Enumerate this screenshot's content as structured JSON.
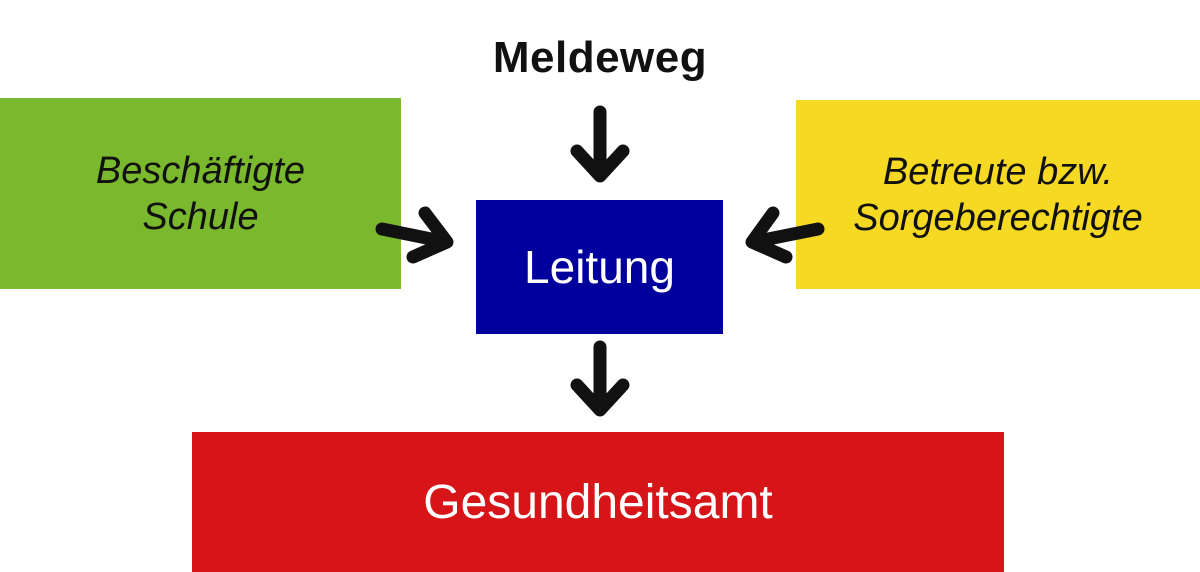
{
  "diagram": {
    "title": "Meldeweg",
    "nodes": {
      "employees": {
        "label": "Beschäftigte\nSchule",
        "color": "#7ab92e"
      },
      "guardians": {
        "label": "Betreute bzw.\nSorgeberechtigte",
        "color": "#f5d923"
      },
      "leitung": {
        "label": "Leitung",
        "color": "#00009c"
      },
      "health_office": {
        "label": "Gesundheitsamt",
        "color": "#d71418"
      }
    },
    "edges": [
      {
        "from": "title",
        "to": "leitung"
      },
      {
        "from": "employees",
        "to": "leitung"
      },
      {
        "from": "guardians",
        "to": "leitung"
      },
      {
        "from": "leitung",
        "to": "health_office"
      }
    ],
    "arrow_color": "#111111"
  }
}
